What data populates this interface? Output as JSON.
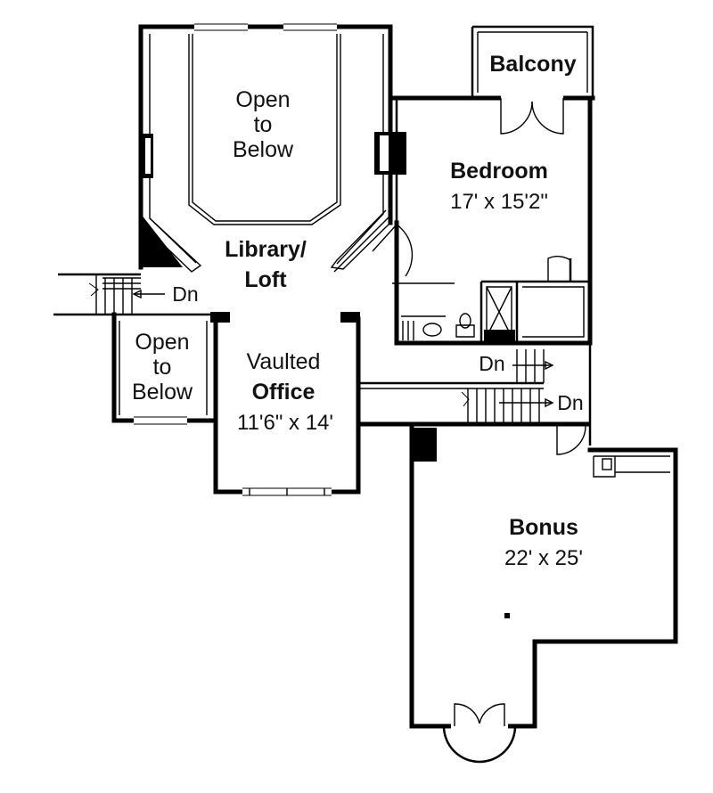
{
  "plan": {
    "rooms": {
      "balcony": {
        "name": "Balcony"
      },
      "bedroom": {
        "name": "Bedroom",
        "size": "17' x 15'2\""
      },
      "open_below_top": {
        "line1": "Open",
        "line2": "to",
        "line3": "Below"
      },
      "library_loft": {
        "line1": "Library/",
        "line2": "Loft"
      },
      "open_below_left": {
        "line1": "Open",
        "line2": "to",
        "line3": "Below"
      },
      "office": {
        "line1": "Vaulted",
        "line2": "Office",
        "size": "11'6\" x 14'"
      },
      "bonus": {
        "name": "Bonus",
        "size": "22' x 25'"
      }
    },
    "stairs": {
      "left": "Dn",
      "right_upper": "Dn",
      "right_lower": "Dn"
    }
  }
}
